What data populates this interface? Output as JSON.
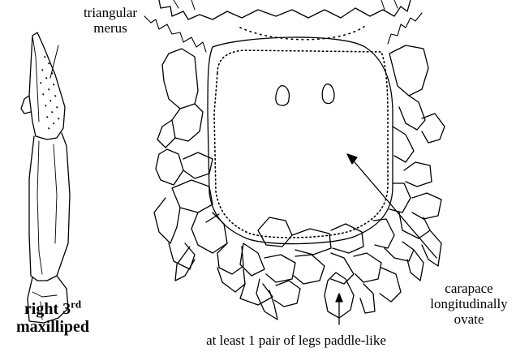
{
  "labels": {
    "triangular_merus": [
      "triangular",
      "merus"
    ],
    "carapace": [
      "carapace",
      "longitudinally",
      "ovate"
    ],
    "legs": "at least 1 pair of legs paddle-like",
    "maxilliped": {
      "line1_prefix": "right 3",
      "line1_sup": "rd",
      "line2": "maxilliped"
    }
  },
  "colors": {
    "stroke": "#000000",
    "background": "#ffffff"
  }
}
